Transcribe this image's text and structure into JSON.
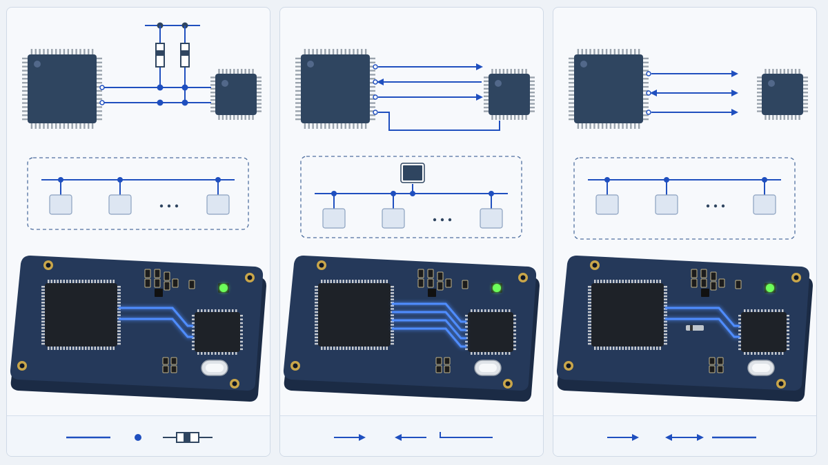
{
  "colors": {
    "background": "#eef2f7",
    "panel": "#f7f9fc",
    "wire": "#1f4fbf",
    "chip": "#2f4560",
    "chip_pin": "#9aa3ad",
    "node": "#dde6f2",
    "node_border": "#8aa0bf",
    "dashed_box": "#4f6f9f",
    "pcb": "#25395a",
    "pcb_chip": "#1e2228",
    "trace_glow": "#4f8dff",
    "led": "#6dff5a"
  },
  "panels": [
    {
      "id": "bus-with-pullups",
      "schematic": {
        "lines": 2,
        "directions": [
          "none",
          "none"
        ],
        "pullup_resistors": 2
      },
      "bus": {
        "nodes": 3,
        "master_box": false,
        "ellipsis": "•••"
      },
      "pcb": {
        "traces": 2,
        "inline_resistor": false
      },
      "legend": [
        {
          "icon": "line-icon"
        },
        {
          "icon": "junction-dot-icon"
        },
        {
          "icon": "resistor-icon"
        }
      ]
    },
    {
      "id": "four-wire-link",
      "schematic": {
        "lines": 4,
        "directions": [
          "right",
          "left",
          "right",
          "none"
        ],
        "pullup_resistors": 0
      },
      "bus": {
        "nodes": 3,
        "master_box": true,
        "ellipsis": "•••"
      },
      "pcb": {
        "traces": 4,
        "inline_resistor": false
      },
      "legend": [
        {
          "icon": "arrow-right-icon"
        },
        {
          "icon": "arrow-left-icon"
        },
        {
          "icon": "corner-line-icon"
        }
      ]
    },
    {
      "id": "three-wire-link",
      "schematic": {
        "lines": 3,
        "directions": [
          "right",
          "both",
          "right"
        ],
        "pullup_resistors": 0
      },
      "bus": {
        "nodes": 3,
        "master_box": false,
        "ellipsis": "•••"
      },
      "pcb": {
        "traces": 2,
        "inline_resistor": true
      },
      "legend": [
        {
          "icon": "arrow-right-icon"
        },
        {
          "icon": "double-arrow-icon"
        },
        {
          "icon": "line-icon"
        }
      ]
    }
  ]
}
